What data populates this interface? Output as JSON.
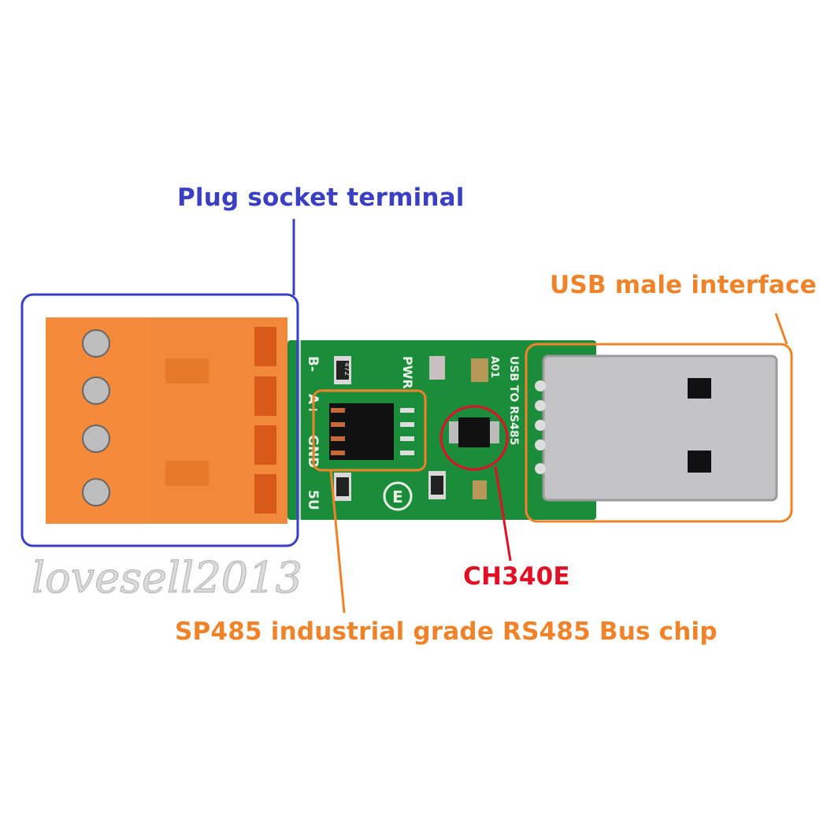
{
  "annotations": {
    "terminal": "Plug socket terminal",
    "usb": "USB male interface",
    "ch340": "CH340E",
    "sp485": "SP485 industrial grade RS485 Bus chip"
  },
  "pcb": {
    "pins": [
      "B-",
      "A+",
      "GND",
      "5U"
    ],
    "pwr": "PWR",
    "part_ref": "A01",
    "title": "USB TO RS485",
    "resistor": "472",
    "logo": "E"
  },
  "watermark": "lovesell2013",
  "colors": {
    "blue": "#3a3fc4",
    "orange": "#f0832a",
    "red": "#e01025",
    "pcb": "#1b8c3a",
    "terminal": "#f58a3a"
  }
}
